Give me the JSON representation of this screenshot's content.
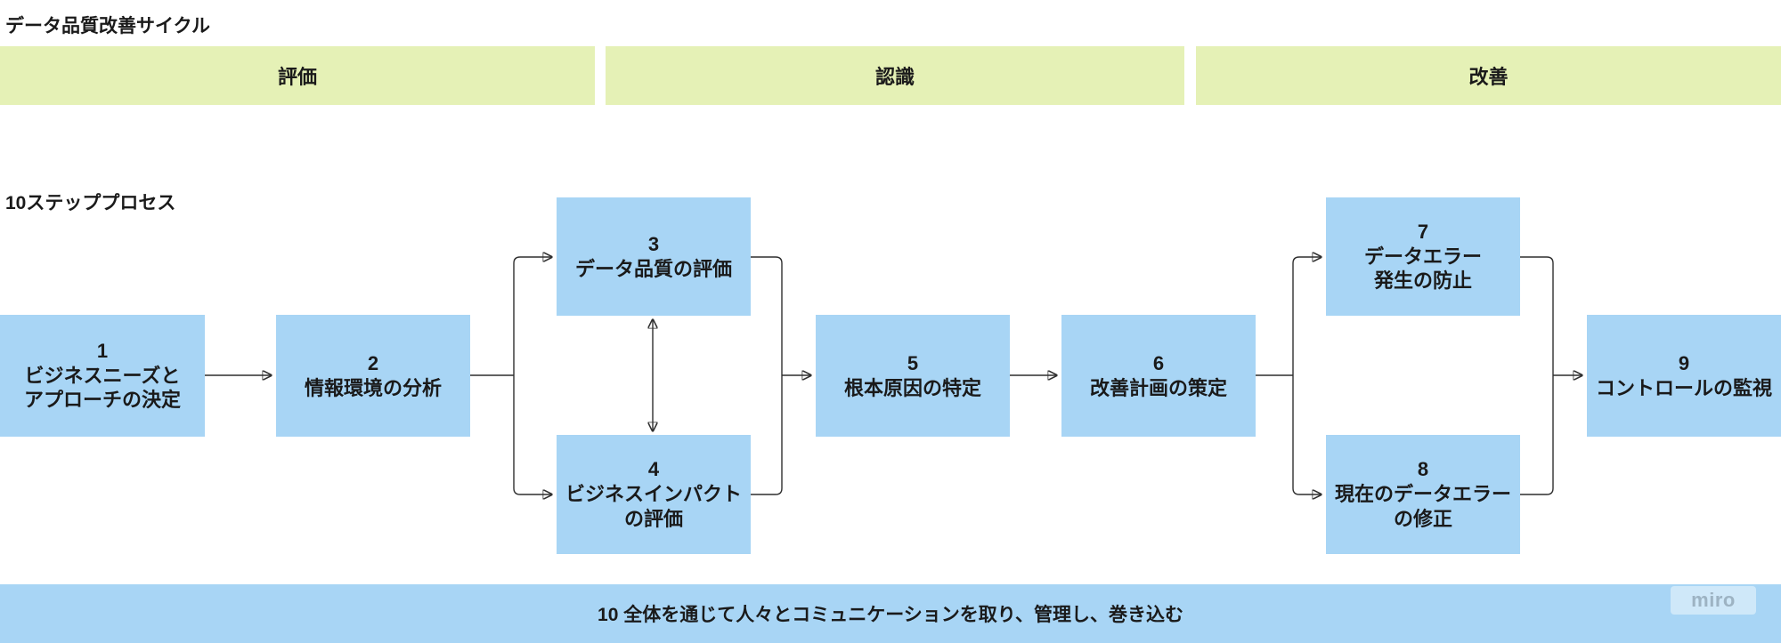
{
  "title": "データ品質改善サイクル",
  "process_label": "10ステッププロセス",
  "phases": [
    {
      "label": "評価"
    },
    {
      "label": "認識"
    },
    {
      "label": "改善"
    }
  ],
  "steps": [
    {
      "number": "1",
      "label": "ビジネスニーズと\nアプローチの決定"
    },
    {
      "number": "2",
      "label": "情報環境の分析"
    },
    {
      "number": "3",
      "label": "データ品質の評価"
    },
    {
      "number": "4",
      "label": "ビジネスインパクト\nの評価"
    },
    {
      "number": "5",
      "label": "根本原因の特定"
    },
    {
      "number": "6",
      "label": "改善計画の策定"
    },
    {
      "number": "7",
      "label": "データエラー\n発生の防止"
    },
    {
      "number": "8",
      "label": "現在のデータエラー\nの修正"
    },
    {
      "number": "9",
      "label": "コントロールの監視"
    }
  ],
  "bottom_bar": {
    "label": "10 全体を通じて人々とコミュニケーションを取り、管理し、巻き込む"
  },
  "watermark": "miro",
  "colors": {
    "phase_bar": "#e5f1b6",
    "step_box": "#a8d5f5",
    "text": "#1a1a1a",
    "connector": "#2f2f2f"
  },
  "connections": [
    {
      "from": "1",
      "to": "2",
      "type": "arrow"
    },
    {
      "from": "2",
      "to": "3",
      "type": "arrow"
    },
    {
      "from": "2",
      "to": "4",
      "type": "arrow"
    },
    {
      "from": "3",
      "to": "4",
      "type": "double-arrow"
    },
    {
      "from": "3",
      "to": "5",
      "type": "arrow"
    },
    {
      "from": "4",
      "to": "5",
      "type": "arrow"
    },
    {
      "from": "5",
      "to": "6",
      "type": "arrow"
    },
    {
      "from": "6",
      "to": "7",
      "type": "arrow"
    },
    {
      "from": "6",
      "to": "8",
      "type": "arrow"
    },
    {
      "from": "7",
      "to": "9",
      "type": "arrow"
    },
    {
      "from": "8",
      "to": "9",
      "type": "arrow"
    }
  ]
}
